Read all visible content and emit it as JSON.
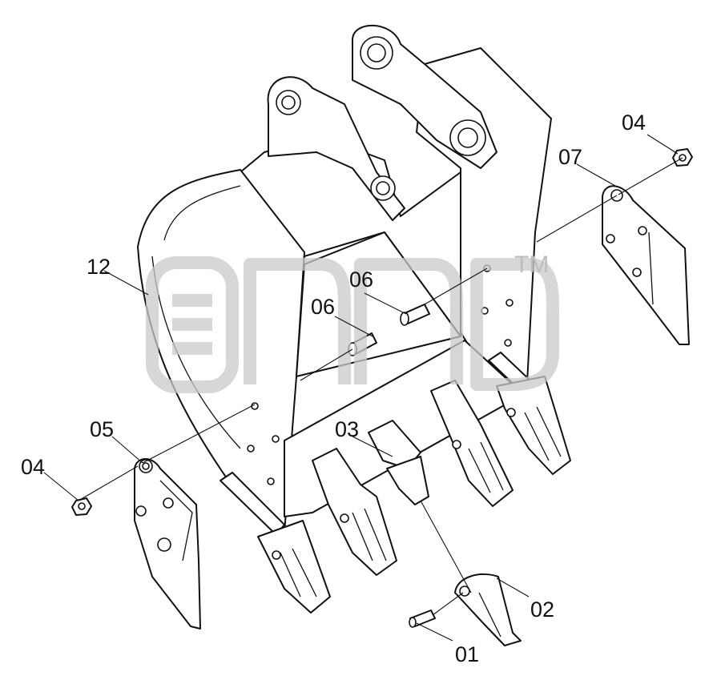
{
  "diagram": {
    "callouts": [
      {
        "id": "c01",
        "label": "01"
      },
      {
        "id": "c02",
        "label": "02"
      },
      {
        "id": "c03",
        "label": "03"
      },
      {
        "id": "c04a",
        "label": "04"
      },
      {
        "id": "c04b",
        "label": "04"
      },
      {
        "id": "c05",
        "label": "05"
      },
      {
        "id": "c06a",
        "label": "06"
      },
      {
        "id": "c06b",
        "label": "06"
      },
      {
        "id": "c07",
        "label": "07"
      },
      {
        "id": "c12",
        "label": "12"
      }
    ],
    "watermark": {
      "trademark": "TM",
      "logo_color": "#c9c9c9"
    },
    "line_color": "#111111"
  }
}
